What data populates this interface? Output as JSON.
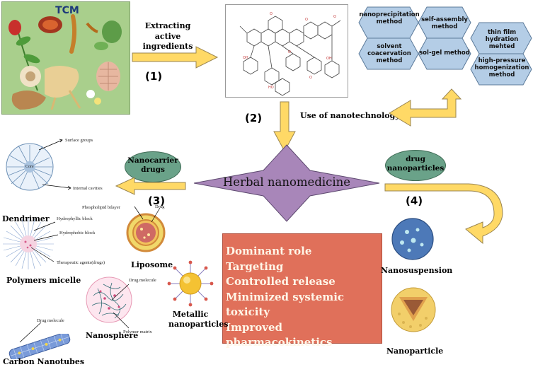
{
  "tcm": {
    "title": "TCM"
  },
  "step1": {
    "label_line1": "Extracting",
    "label_line2": "active",
    "label_line3": "ingredients",
    "number": "(1)"
  },
  "step2": {
    "number": "(2)",
    "label": "Use of nanotechnology"
  },
  "step3": {
    "number": "(3)"
  },
  "step4": {
    "number": "(4)"
  },
  "center": {
    "label": "Herbal nanomedicine"
  },
  "nanocarrier": {
    "line1": "Nanocarrier",
    "line2": "drugs"
  },
  "drugnp": {
    "line1": "drug",
    "line2": "nanoparticles"
  },
  "methods": [
    {
      "line1": "nanoprecipitation",
      "line2": "method",
      "line3": ""
    },
    {
      "line1": "self-assembly",
      "line2": "method",
      "line3": ""
    },
    {
      "line1": "solvent",
      "line2": "coacervation",
      "line3": "method"
    },
    {
      "line1": "sol-gel method",
      "line2": "",
      "line3": ""
    },
    {
      "line1": "thin film hydration",
      "line2": "mehted",
      "line3": ""
    },
    {
      "line1": "high-pressure",
      "line2": "homogenization",
      "line3": "method"
    }
  ],
  "advantages": [
    "Dominant role",
    "Targeting",
    "Controlled release",
    "Minimized systemic toxicity",
    "Improved pharmacokinetics"
  ],
  "carriers": {
    "dendrimer": {
      "name": "Dendrimer",
      "surface": "Surface groups",
      "cavities": "Internal cavities",
      "core": "Core"
    },
    "micelle": {
      "name": "Polymers micelle",
      "hydrophilic": "Hydrophyllic block",
      "hydrophobic": "Hydrophobic block",
      "therapeutic": "Therapeutic agents(drugs)"
    },
    "liposome": {
      "name": "Liposome",
      "bilayer": "Phospholipid bilayer",
      "drug": "Drug"
    },
    "metallic": {
      "line1": "Metallic",
      "line2": "nanoparticles"
    },
    "nanosphere": {
      "name": "Nanosphere",
      "drug": "Drug molecule",
      "matrix": "Polymer matrix"
    },
    "nanotube": {
      "name": "Carbon Nanotubes",
      "drug": "Drug molecule"
    }
  },
  "products": {
    "suspension": "Nanosuspension",
    "particle": "Nanoparticle"
  },
  "colors": {
    "tcm_bg": "#a9cf8c",
    "arrow_fill": "#ffd966",
    "hex_fill": "#b4cde6",
    "star_fill": "#a886b9",
    "oval_fill": "#6aa289",
    "box_fill": "#e0705a"
  }
}
